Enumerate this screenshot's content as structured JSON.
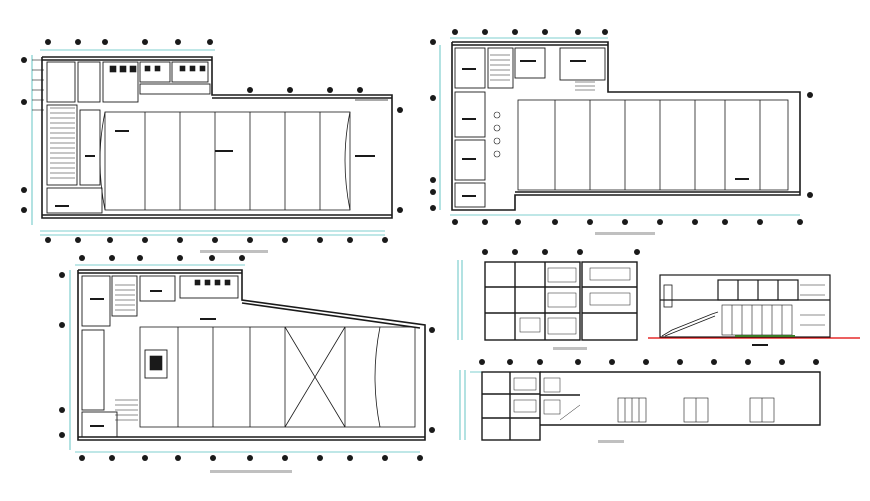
{
  "sheet": {
    "background": "#ffffff",
    "line_color": "#1a1a1a",
    "dimension_color": "#00a0a0",
    "annotation_color": "#c0c0c0",
    "ground_line_color": "#e00000",
    "plant_color": "#3a7d2a"
  },
  "drawings": [
    {
      "id": "ground-floor-plan",
      "kind": "floor-plan",
      "caption": "",
      "axis_bubble_count": 12
    },
    {
      "id": "upper-floor-plan",
      "kind": "floor-plan",
      "caption": "",
      "axis_bubble_count": 12
    },
    {
      "id": "first-floor-plan",
      "kind": "floor-plan",
      "caption": "",
      "axis_bubble_count": 12
    },
    {
      "id": "cross-section",
      "kind": "section",
      "caption": ""
    },
    {
      "id": "front-elevation",
      "kind": "elevation",
      "caption": ""
    },
    {
      "id": "longitudinal-section",
      "kind": "section",
      "caption": ""
    }
  ],
  "icons": [
    "axis-bubble",
    "staircase",
    "toilet-block",
    "door-swing",
    "elevation-glazing",
    "planter-steps"
  ]
}
